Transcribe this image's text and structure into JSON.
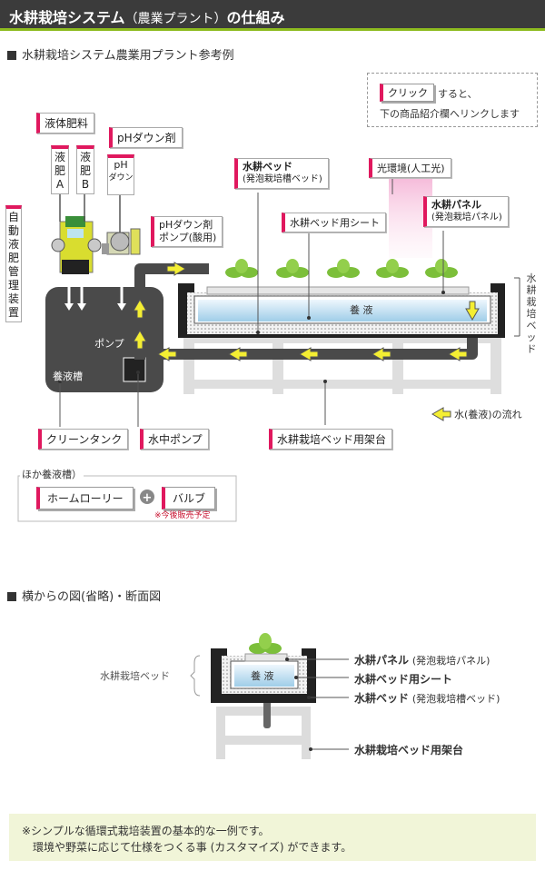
{
  "header": {
    "title": "水耕栽培システム",
    "title_paren": "（農業プラント）",
    "title_suffix": "の仕組み"
  },
  "sections": {
    "example": "水耕栽培システム農業用プラント参考例",
    "side_view": "横からの図(省略)・断面図"
  },
  "click_box": {
    "button": "クリック",
    "after_button": "すると、",
    "line2": "下の商品紹介欄へリンクします"
  },
  "labels": {
    "liquid_fertilizer": "液体肥料",
    "fert_a": "液肥A",
    "fert_b": "液肥B",
    "ph_down_agent": "pHダウン剤",
    "ph_bottle_top": "pH",
    "ph_bottle_bottom": "ダウン",
    "auto_manager": "自動液肥管理装置",
    "ph_pump_line1": "pHダウン剤",
    "ph_pump_line2": "ポンプ(酸用)",
    "bed_line1": "水耕ベッド",
    "bed_line2": "(発泡栽培槽ベッド)",
    "light": "光環境(人工光)",
    "panel_line1": "水耕パネル",
    "panel_line2": "(発泡栽培パネル)",
    "sheet": "水耕ベッド用シート",
    "solution": "養 液",
    "pump": "ポンプ",
    "tank": "養液槽",
    "bed_vertical": "水耕栽培ベッド",
    "clean_tank": "クリーンタンク",
    "submersible_pump": "水中ポンプ",
    "stand": "水耕栽培ベッド用架台",
    "flow_legend": "水(養液)の流れ"
  },
  "other_tanks": {
    "title": "ほか養液槽）",
    "home_lorry": "ホームローリー",
    "plus": "+",
    "valve": "バルブ",
    "valve_note": "※今後販売予定"
  },
  "side": {
    "bed_label": "水耕栽培ベッド",
    "solution": "養 液",
    "panel": "水耕パネル",
    "panel_sub": "(発泡栽培パネル)",
    "sheet": "水耕ベッド用シート",
    "bed": "水耕ベッド",
    "bed_sub": "(発泡栽培槽ベッド)",
    "stand": "水耕栽培ベッド用架台"
  },
  "footer": {
    "line1": "※シンプルな循環式栽培装置の基本的な一例です。",
    "line2": "環境や野菜に応じて仕様をつくる事 (カスタマイズ) ができます。"
  },
  "colors": {
    "header_bg": "#3b3b3b",
    "accent_green": "#8dbb1f",
    "tag_pink": "#e0185e",
    "arrow_yellow": "#f4ee32",
    "tank_gray": "#4a4a4a",
    "water_blue": "#cfe6f7"
  }
}
